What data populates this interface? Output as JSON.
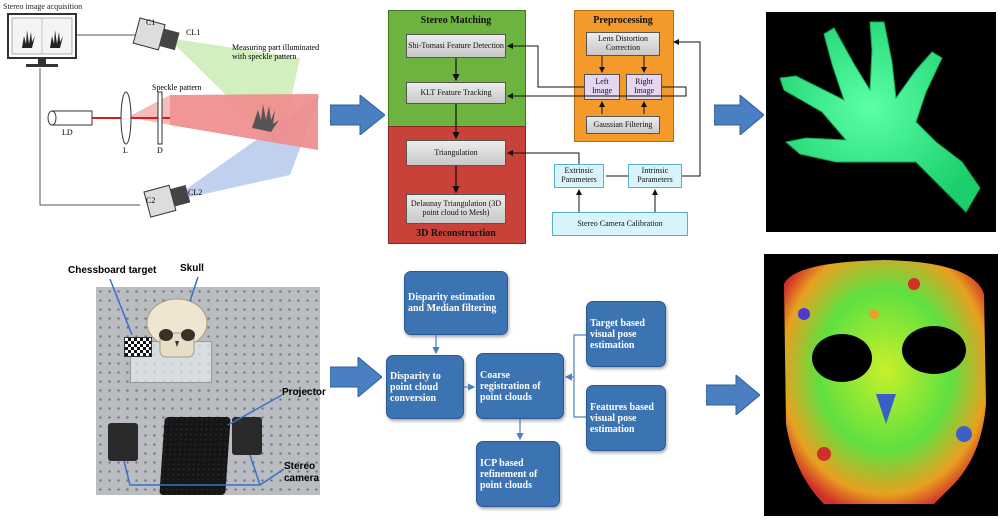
{
  "top_left_setup": {
    "title": "Stereo image acquisition",
    "c1": "C1",
    "cl1": "CL1",
    "c2": "C2",
    "cl2": "CL2",
    "ld": "LD",
    "l": "L",
    "d": "D",
    "speckle_label": "Speckle pattern",
    "measuring_label": "Measuring part illuminated with speckle pattern"
  },
  "top_flow": {
    "stereo_matching": "Stereo Matching",
    "preprocessing": "Preprocessing",
    "reconstruction": "3D Reconstruction",
    "shi_tomasi": "Shi-Tomasi Feature Detection",
    "klt": "KLT Feature Tracking",
    "triangulation": "Triangulation",
    "delaunay": "Delaunay Triangulation (3D point cloud to Mesh)",
    "lens": "Lens Distortion Correction",
    "left_image": "Left Image",
    "right_image": "Right Image",
    "gaussian": "Gaussian Filtering",
    "extrinsic": "Extrinsic Parameters",
    "intrinsic": "Intrinsic Parameters",
    "calibration": "Stereo Camera Calibration"
  },
  "bottom_photo": {
    "chessboard": "Chessboard target",
    "skull": "Skull",
    "projector": "Projector",
    "stereo_camera": "Stereo camera"
  },
  "bottom_flow": {
    "disparity": "Disparity estimation and Median filtering",
    "disparity_conv": "Disparity to point cloud conversion",
    "coarse": "Coarse registration of point clouds",
    "target_pose": "Target based visual pose estimation",
    "feature_pose": "Features based visual pose estimation",
    "icp": "ICP based refinement of point clouds"
  },
  "colors": {
    "arrow_blue": "#4a7fc1",
    "stereo_green": "#6db33f",
    "preprocess_orange": "#f39a2b",
    "recon_red": "#c8423a",
    "flow_blue": "#3c73b3",
    "hand_green": "#2ee88a"
  }
}
